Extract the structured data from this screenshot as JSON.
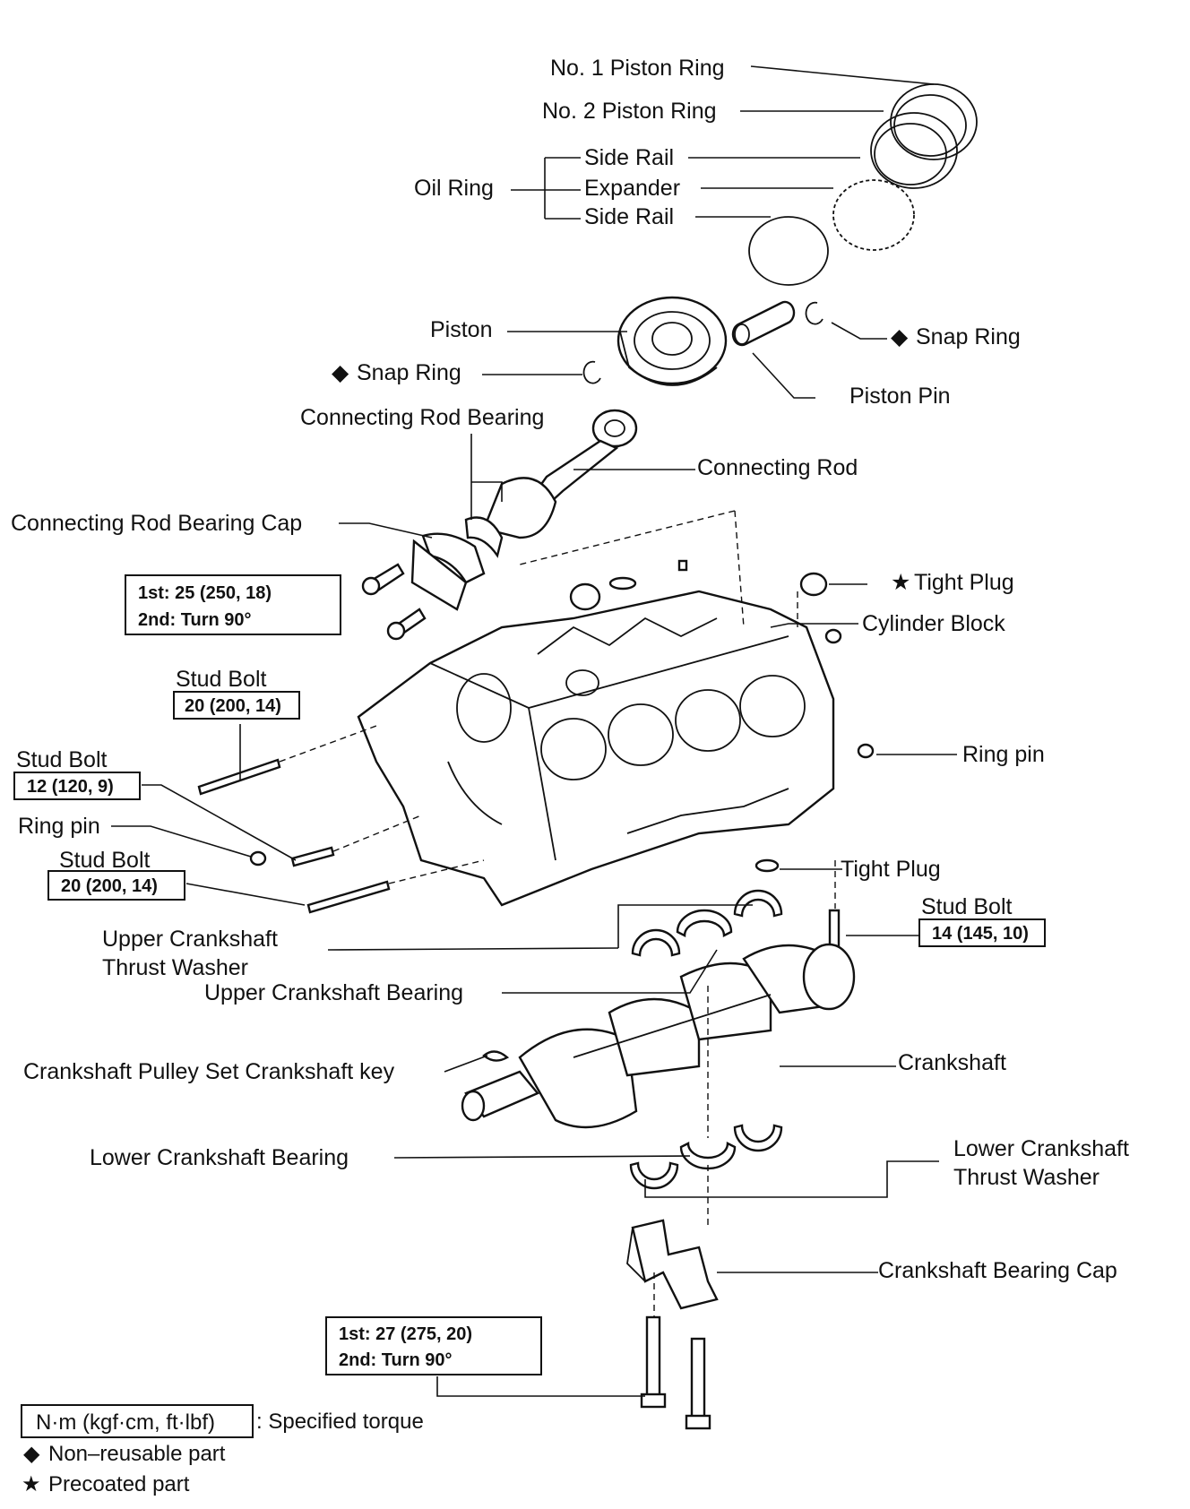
{
  "labels": {
    "no1_piston_ring": "No. 1 Piston Ring",
    "no2_piston_ring": "No. 2 Piston Ring",
    "oil_ring": "Oil Ring",
    "side_rail_upper": "Side Rail",
    "expander": "Expander",
    "side_rail_lower": "Side Rail",
    "piston": "Piston",
    "snap_ring_right": "Snap Ring",
    "snap_ring_left": "Snap Ring",
    "piston_pin": "Piston Pin",
    "connecting_rod_bearing": "Connecting Rod Bearing",
    "connecting_rod": "Connecting Rod",
    "connecting_rod_bearing_cap": "Connecting Rod Bearing Cap",
    "tight_plug_top": "Tight Plug",
    "cylinder_block": "Cylinder Block",
    "stud_bolt_1": "Stud Bolt",
    "stud_bolt_2": "Stud Bolt",
    "ring_pin_left": "Ring pin",
    "ring_pin_right": "Ring pin",
    "stud_bolt_3": "Stud Bolt",
    "tight_plug_bottom": "Tight Plug",
    "stud_bolt_4": "Stud Bolt",
    "upper_thrust_washer_l1": "Upper Crankshaft",
    "upper_thrust_washer_l2": "Thrust Washer",
    "upper_crankshaft_bearing": "Upper Crankshaft Bearing",
    "crankshaft_key": "Crankshaft Pulley Set Crankshaft key",
    "crankshaft": "Crankshaft",
    "lower_crankshaft_bearing": "Lower Crankshaft Bearing",
    "lower_thrust_washer_l1": "Lower Crankshaft",
    "lower_thrust_washer_l2": "Thrust Washer",
    "crankshaft_bearing_cap": "Crankshaft Bearing Cap"
  },
  "torque": {
    "rod_cap_1st": "1st: 25 (250, 18)",
    "rod_cap_2nd": "2nd: Turn 90°",
    "stud_bolt_1": "20 (200, 14)",
    "stud_bolt_2": "12 (120, 9)",
    "stud_bolt_3": "20 (200, 14)",
    "stud_bolt_4": "14 (145, 10)",
    "main_cap_1st": "1st: 27 (275, 20)",
    "main_cap_2nd": "2nd: Turn 90°"
  },
  "legend": {
    "torque_unit": "N·m (kgf·cm, ft·lbf)",
    "torque_desc": ": Specified torque",
    "non_reusable": "Non–reusable part",
    "precoated": "Precoated part",
    "diamond": "◆",
    "star": "★"
  }
}
